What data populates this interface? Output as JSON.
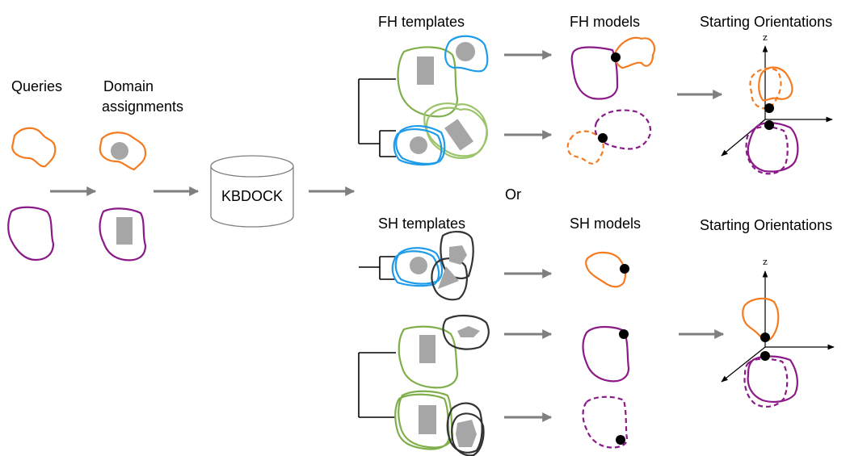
{
  "labels": {
    "queries": "Queries",
    "domain_line1": "Domain",
    "domain_line2": "assignments",
    "kbdock": "KBDOCK",
    "fh_templates": "FH templates",
    "fh_models": "FH models",
    "starting_orientations_top": "Starting Orientations",
    "or": "Or",
    "sh_templates": "SH templates",
    "sh_models": "SH models",
    "starting_orientations_bottom": "Starting Orientations",
    "z_axis_top": "z",
    "z_axis_bottom": "z"
  },
  "colors": {
    "orange": "#f47b20",
    "purple": "#8b1a89",
    "blue": "#1e9be9",
    "green": "#7fae4a",
    "light_green": "#9cc46b",
    "dark": "#333333",
    "gray_shape": "#a6a6a6",
    "arrow_gray": "#7f7f7f"
  }
}
